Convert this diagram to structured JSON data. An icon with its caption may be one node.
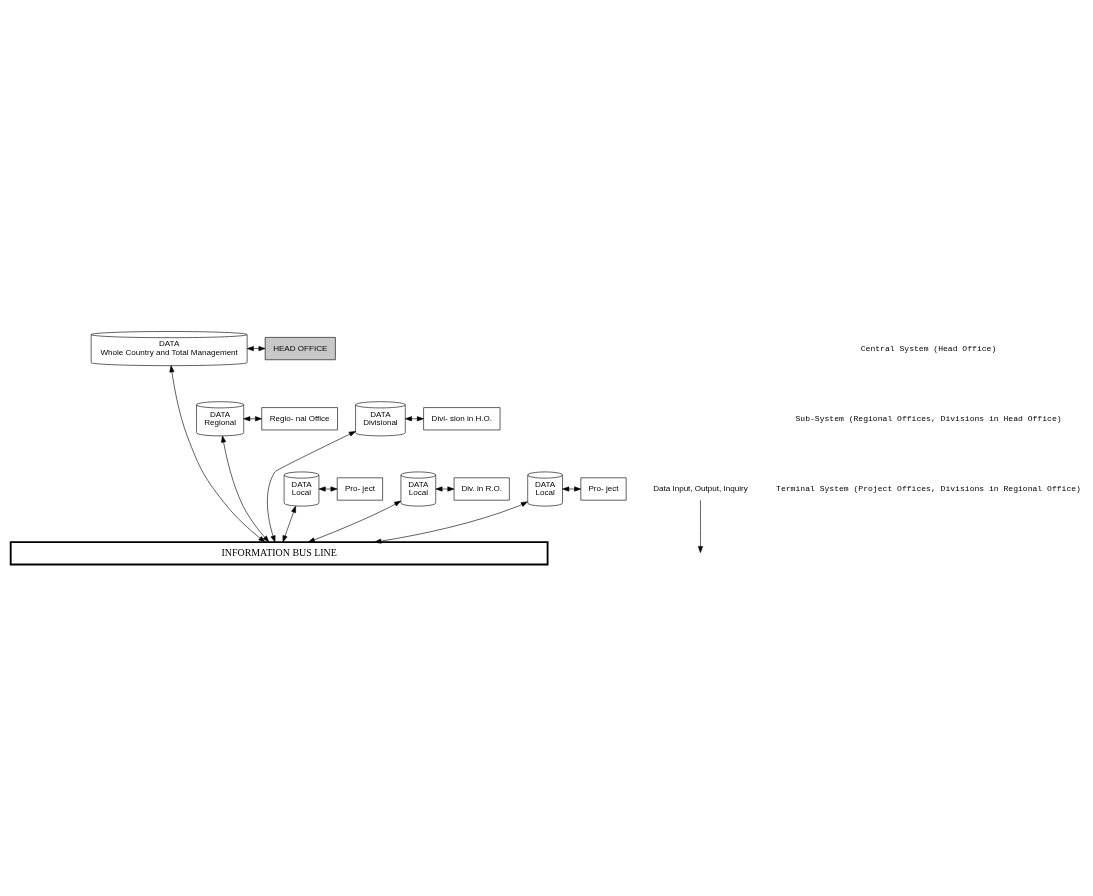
{
  "diagram": {
    "nodes": [
      {
        "text": [
          "DATA",
          "Whole Country and Total Management"
        ]
      },
      {
        "text": [
          "HEAD OFFICE"
        ]
      },
      {
        "text": [
          "DATA",
          "Regional"
        ]
      },
      {
        "text": [
          "Regio- nal Office"
        ]
      },
      {
        "text": [
          "DATA",
          "Divisional"
        ]
      },
      {
        "text": [
          "Divi- sion in H.O."
        ]
      },
      {
        "text": [
          "DATA",
          "Local"
        ]
      },
      {
        "text": [
          "Pro- ject"
        ]
      },
      {
        "text": [
          "DATA",
          "Local"
        ]
      },
      {
        "text": [
          "Div. in R.O."
        ]
      },
      {
        "text": [
          "Data Input, Output, Inquiry"
        ]
      },
      {
        "text": [
          "DATA",
          "Local"
        ]
      },
      {
        "text": [
          "Pro- ject"
        ]
      },
      {
        "text": [
          "INFORMATION BUS LINE"
        ]
      }
    ],
    "edges": [
      {
        "from": 0,
        "to": 1,
        "arrow": "both"
      },
      {
        "from": 0,
        "to": 13,
        "arrow": "both"
      },
      {
        "from": 2,
        "to": 3,
        "arrow": "both"
      },
      {
        "from": 2,
        "to": 13,
        "arrow": "both"
      },
      {
        "from": 4,
        "to": 5,
        "arrow": "both"
      },
      {
        "from": 4,
        "to": 13,
        "arrow": "both"
      },
      {
        "from": 6,
        "to": 7,
        "arrow": "both"
      },
      {
        "from": 6,
        "to": 13,
        "arrow": "both"
      },
      {
        "from": 8,
        "to": 9,
        "arrow": "both"
      },
      {
        "from": 8,
        "to": 13,
        "arrow": "both"
      },
      {
        "from": 10,
        "to": null,
        "arrow": "to"
      },
      {
        "from": 11,
        "to": 12,
        "arrow": "both"
      },
      {
        "from": 11,
        "to": 13,
        "arrow": "both"
      }
    ],
    "labels": [
      "Central System (Head Office)",
      "Sub-System (Regional Offices, Divisions in Head Office)",
      "Terminal System (Project Offices, Divisions in Regional Office)"
    ]
  }
}
